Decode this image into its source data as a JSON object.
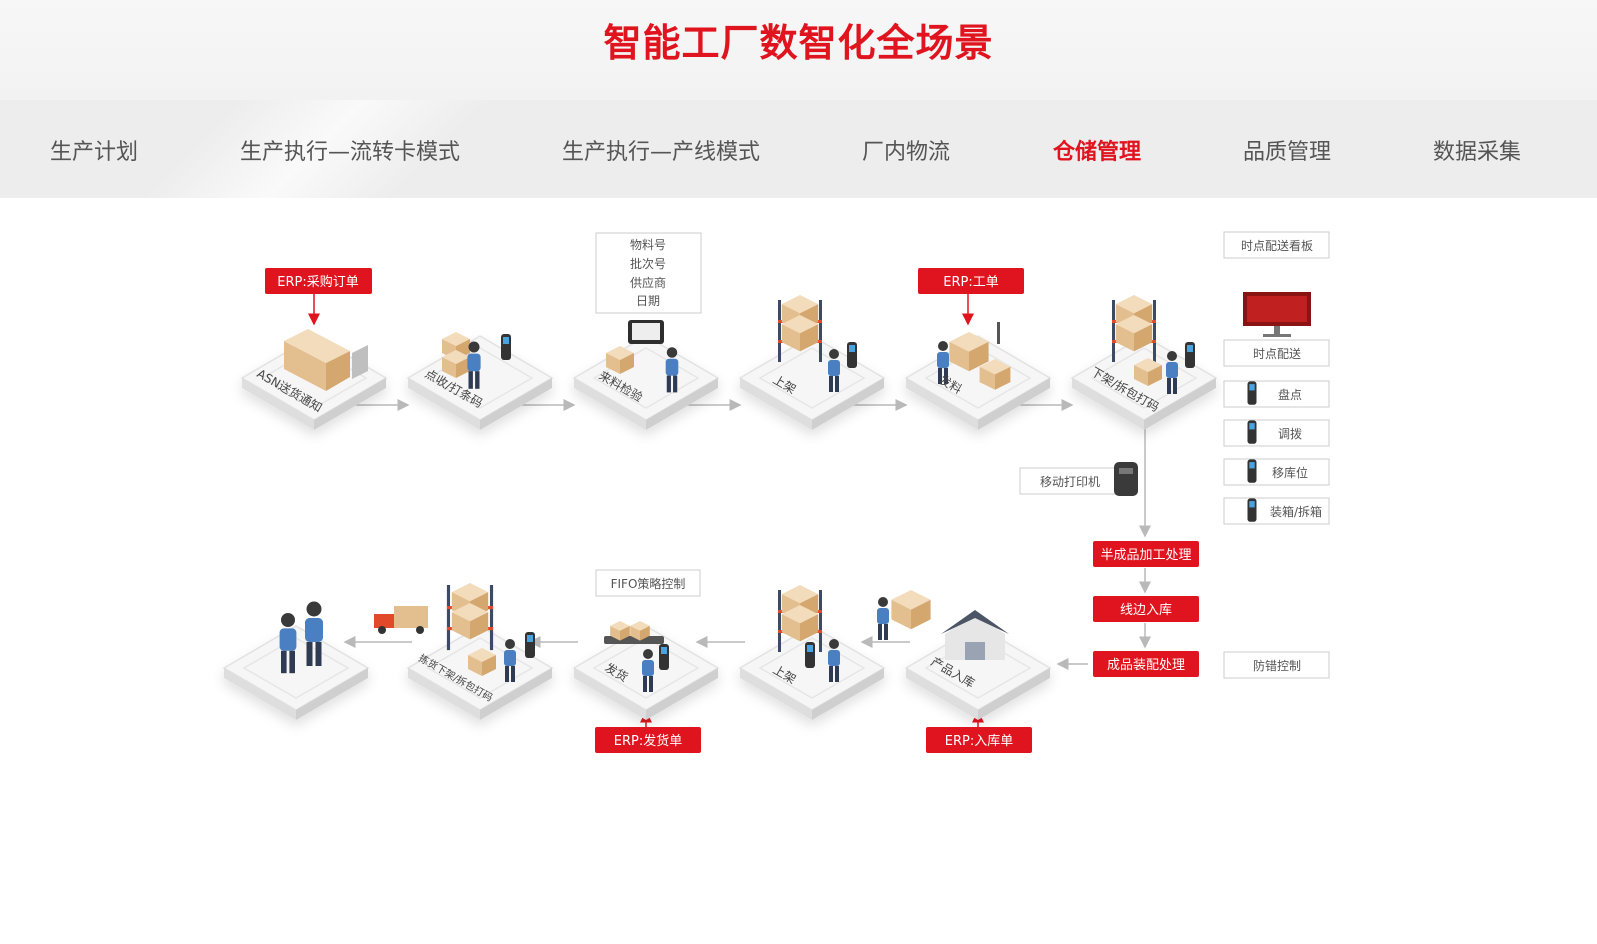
{
  "page": {
    "title": "智能工厂数智化全场景"
  },
  "tabs": [
    {
      "label": "生产计划"
    },
    {
      "label": "生产执行—流转卡模式"
    },
    {
      "label": "生产执行—产线模式"
    },
    {
      "label": "厂内物流"
    },
    {
      "label": "仓储管理",
      "active": true
    },
    {
      "label": "品质管理"
    },
    {
      "label": "数据采集"
    }
  ],
  "colors": {
    "accent": "#e0141e",
    "tab_text": "#555555",
    "tile": "#f4f4f4",
    "arrow": "#b9b9b9",
    "box": "#e8c9a0"
  },
  "diagram": {
    "top_row": [
      {
        "label": "ASN送货通知"
      },
      {
        "label": "点收/打条码"
      },
      {
        "label": "来料检验"
      },
      {
        "label": "上架"
      },
      {
        "label": "发料"
      },
      {
        "label": "下架/拆包打码"
      }
    ],
    "bottom_row": [
      {
        "label": ""
      },
      {
        "label": "拣货下架/拆包打码"
      },
      {
        "label": "发货"
      },
      {
        "label": "上架"
      },
      {
        "label": "产品入库"
      }
    ],
    "erp_tags": {
      "purchase_order": "ERP:采购订单",
      "work_order": "ERP:工单",
      "delivery_order": "ERP:发货单",
      "receipt_order": "ERP:入库单"
    },
    "inspection_info": [
      "物料号",
      "批次号",
      "供应商",
      "日期"
    ],
    "mobile_printer": "移动打印机",
    "fifo": "FIFO策略控制",
    "process_steps": [
      "半成品加工处理",
      "线边入库",
      "成品装配处理"
    ],
    "error_proof": "防错控制",
    "side_panel": {
      "board_title": "时点配送看板",
      "board_caption": "时点配送",
      "items": [
        "盘点",
        "调拨",
        "移库位",
        "装箱/拆箱"
      ]
    }
  }
}
